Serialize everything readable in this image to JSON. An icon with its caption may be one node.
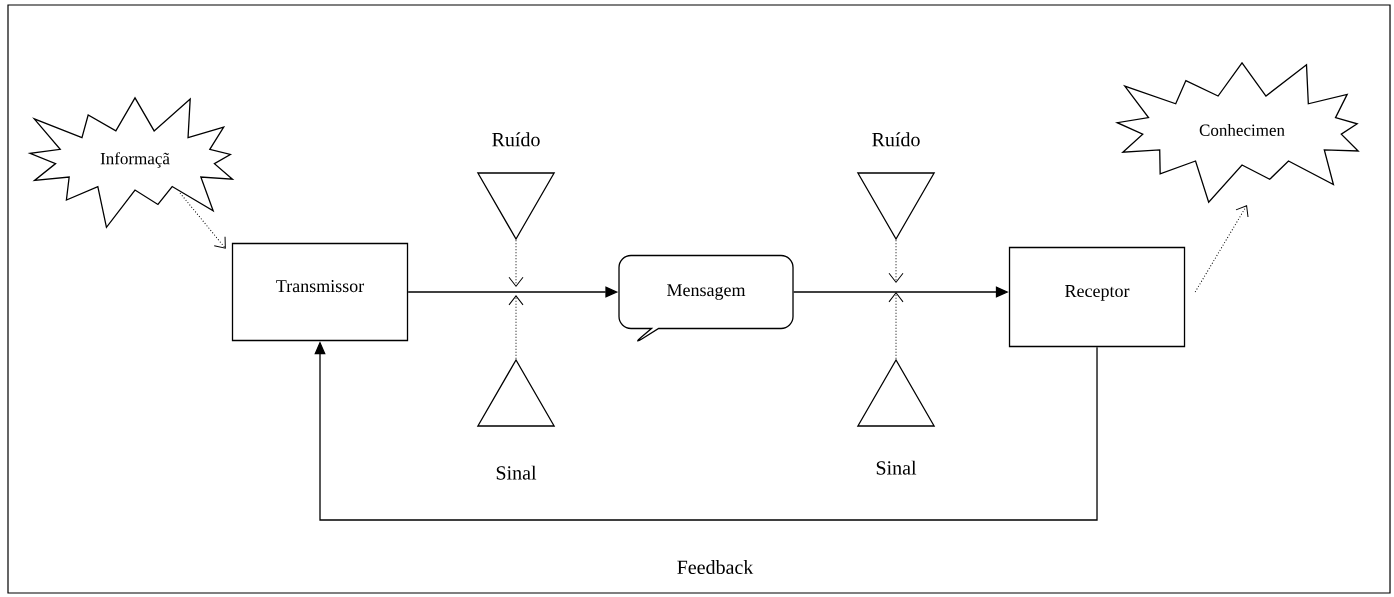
{
  "diagram": {
    "nodes": [
      {
        "text": [
          "Informaçã"
        ]
      },
      {
        "text": [
          "Transmissor"
        ]
      },
      {
        "text": [
          "Ruído"
        ]
      },
      {
        "text": [
          "Sinal"
        ]
      },
      {
        "text": [
          "Mensagem"
        ]
      },
      {
        "text": [
          "Ruído"
        ]
      },
      {
        "text": [
          "Sinal"
        ]
      },
      {
        "text": [
          "Receptor"
        ]
      },
      {
        "text": [
          "Conhecimen"
        ]
      }
    ],
    "edges": [
      {
        "from": 0,
        "to": 1,
        "arrow": "to",
        "style": "dashed"
      },
      {
        "from": 1,
        "to": 4,
        "arrow": "to"
      },
      {
        "from": 2,
        "to": null,
        "arrow": "to",
        "style": "dashed"
      },
      {
        "from": 3,
        "to": null,
        "arrow": "to",
        "style": "dashed"
      },
      {
        "from": 4,
        "to": 7,
        "arrow": "to"
      },
      {
        "from": 5,
        "to": null,
        "arrow": "to",
        "style": "dashed"
      },
      {
        "from": 6,
        "to": null,
        "arrow": "to",
        "style": "dashed"
      },
      {
        "from": 7,
        "to": 8,
        "arrow": "to",
        "style": "dashed"
      },
      {
        "from": 7,
        "to": 1,
        "arrow": "to",
        "label": "Feedback"
      }
    ]
  }
}
